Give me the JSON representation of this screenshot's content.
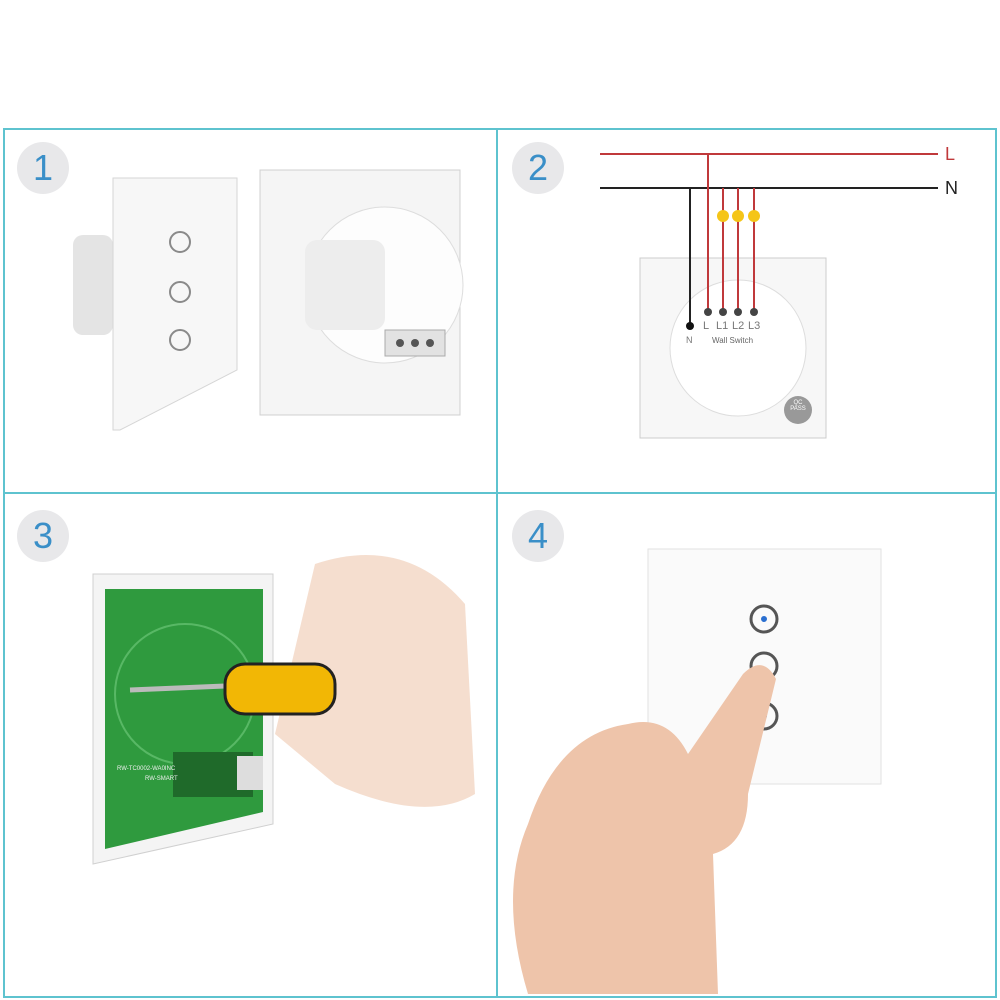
{
  "steps": [
    {
      "number": "1"
    },
    {
      "number": "2"
    },
    {
      "number": "3"
    },
    {
      "number": "4"
    }
  ],
  "wiring": {
    "line_label": "L",
    "neutral_label": "N",
    "terminals": [
      "L",
      "L1",
      "L2",
      "L3"
    ],
    "neutral_terminal": "N",
    "device_label": "Wall Switch",
    "pass_label": "QC PASS",
    "colors": {
      "line": "#c0393b",
      "neutral": "#222222",
      "bulb": "#f5c518"
    }
  },
  "pcb": {
    "labels": [
      "RW-TC0002-WA0INC",
      "RW-SMART"
    ]
  },
  "colors": {
    "border": "#5ec3cf",
    "number": "#3a8fc8",
    "number_bg": "#e8e8ea",
    "pcb": "#2f9a3e"
  }
}
